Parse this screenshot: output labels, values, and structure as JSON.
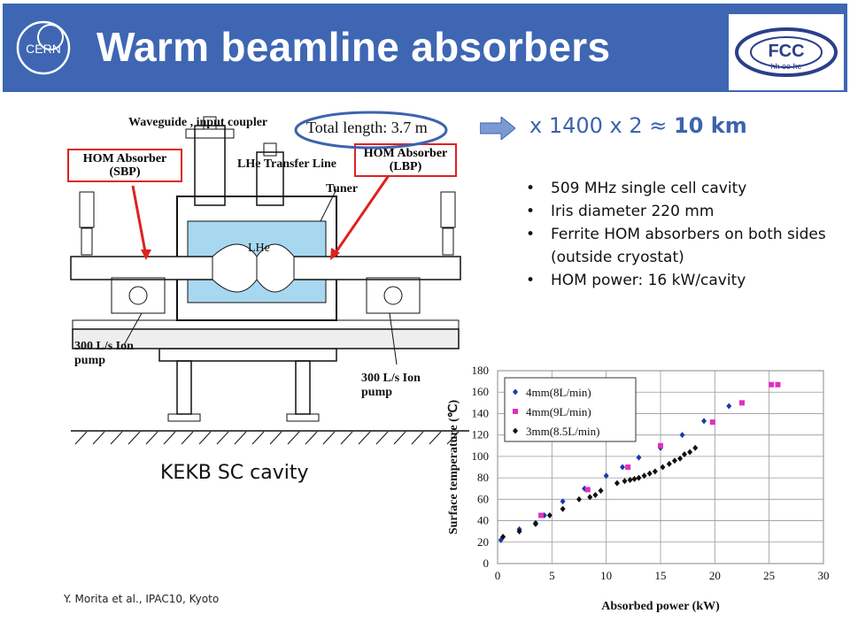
{
  "header": {
    "title": "Warm beamline absorbers",
    "cern_logo_text": "CERN",
    "fcc_logo_text": "FCC",
    "fcc_logo_subtext": "hh ee he"
  },
  "diagram": {
    "waveguide_label": "Waveguide , input coupler",
    "hom_sbp_label": "HOM Absorber (SBP)",
    "hom_lbp_label": "HOM Absorber (LBP)",
    "lhe_transfer_label": "LHe Transfer Line",
    "tuner_label": "Tuner",
    "lhe_label": "LHe",
    "ion_pump_left": "300 L/s Ion pump",
    "ion_pump_right": "300 L/s Ion pump",
    "caption": "KEKB SC cavity"
  },
  "total_length": "Total length: 3.7 m",
  "multiplier": {
    "prefix": "x 1400 x 2 ≈ ",
    "bold": "10 km"
  },
  "bullets": [
    "509 MHz single cell cavity",
    "Iris diameter 220 mm",
    "Ferrite HOM absorbers on both sides (outside cryostat)",
    "HOM power: 16 kW/cavity"
  ],
  "reference": "Y. Morita et al., IPAC10, Kyoto",
  "colors": {
    "header": "#3e66b3",
    "accent": "#3d63ae",
    "red": "#e02020",
    "helium": "#a8d8f0"
  },
  "chart_data": {
    "type": "scatter",
    "title": "",
    "xlabel": "Absorbed power (kW)",
    "ylabel": "Surface temperature (℃)",
    "xlim": [
      0,
      30
    ],
    "ylim": [
      0,
      180
    ],
    "xticks": [
      0,
      5,
      10,
      15,
      20,
      25,
      30
    ],
    "yticks": [
      0,
      20,
      40,
      60,
      80,
      100,
      120,
      140,
      160,
      180
    ],
    "grid": true,
    "legend_position": "top-left",
    "series": [
      {
        "name": "4mm(8L/min)",
        "color": "#1a3aa8",
        "marker": "diamond",
        "x": [
          0.3,
          2,
          3.5,
          4.3,
          6,
          8,
          10,
          11.5,
          13,
          15,
          17,
          19,
          21.3
        ],
        "y": [
          22,
          32,
          38,
          45,
          58,
          70,
          82,
          90,
          99,
          108,
          120,
          133,
          147
        ]
      },
      {
        "name": "4mm(9L/min)",
        "color": "#e030c0",
        "marker": "square",
        "x": [
          4,
          8.3,
          12,
          15,
          19.8,
          22.5,
          25.2,
          25.8
        ],
        "y": [
          45,
          69,
          90,
          110,
          132,
          150,
          167,
          167
        ]
      },
      {
        "name": "3mm(8.5L/min)",
        "color": "#111111",
        "marker": "diamond",
        "x": [
          0.5,
          2,
          3.5,
          4.8,
          6,
          7.5,
          8.5,
          9,
          9.5,
          11,
          11.7,
          12.2,
          12.6,
          13,
          13.5,
          14,
          14.5,
          15.2,
          15.8,
          16.3,
          16.8,
          17.2,
          17.7,
          18.2
        ],
        "y": [
          25,
          30,
          37,
          45,
          51,
          60,
          62,
          64,
          68,
          75,
          77,
          78,
          79,
          80,
          82,
          84,
          86,
          90,
          93,
          96,
          98,
          102,
          104,
          108
        ]
      }
    ]
  }
}
